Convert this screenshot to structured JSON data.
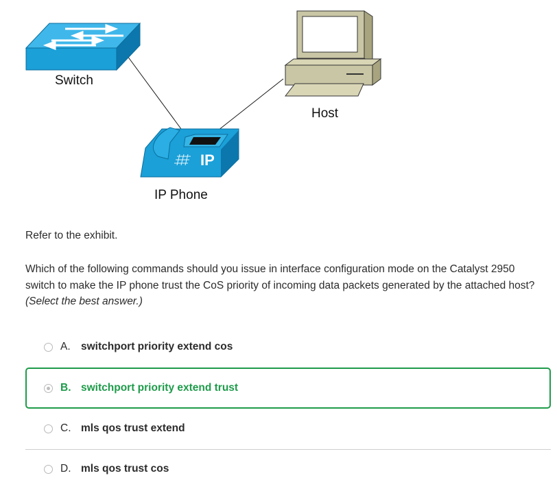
{
  "exhibit": {
    "devices": {
      "switch": "Switch",
      "host": "Host",
      "ip_phone": "IP Phone",
      "ip_phone_badge": "IP"
    },
    "colors": {
      "cisco_blue": "#1ba0d8",
      "cisco_blue_dark": "#0a6fa0",
      "host_beige": "#c9c6a5"
    }
  },
  "question": {
    "refer": "Refer to the exhibit.",
    "text": "Which of the following commands should you issue in interface configuration mode on the Catalyst 2950 switch to make the IP phone trust the CoS priority of incoming data packets generated by the attached host?",
    "hint": "(Select the best answer.)"
  },
  "options": [
    {
      "letter": "A.",
      "text": "switchport priority extend cos",
      "selected": false
    },
    {
      "letter": "B.",
      "text": "switchport priority extend trust",
      "selected": true,
      "correct": true
    },
    {
      "letter": "C.",
      "text": "mls qos trust extend",
      "selected": false
    },
    {
      "letter": "D.",
      "text": "mls qos trust cos",
      "selected": false
    }
  ],
  "accent_correct": "#1e9b4a"
}
